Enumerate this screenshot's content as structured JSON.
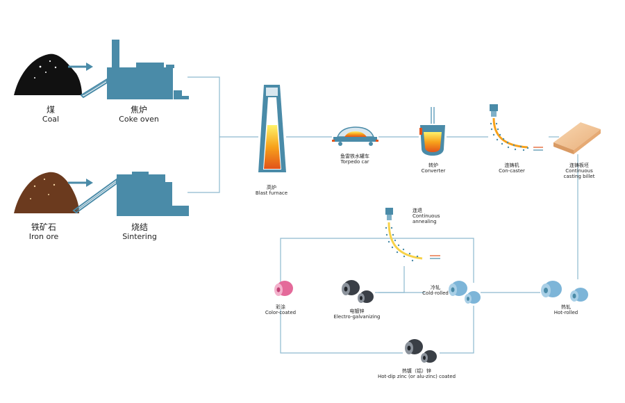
{
  "title": "",
  "colors": {
    "plant": "#4a8ba8",
    "line": "#7fb0c8",
    "coal": "#111111",
    "iron_ore": "#6b3a1e",
    "molten": "#f7a21b",
    "billet": "#f3c79a",
    "coil_blue": "#7db5d8",
    "coil_dark": "#3a3f46",
    "coil_pink": "#e46a9a"
  },
  "nodes": {
    "coal": {
      "zh": "煤",
      "en": "Coal",
      "icon": "coal-pile-icon"
    },
    "coke_oven": {
      "zh": "焦炉",
      "en": "Coke oven",
      "icon": "factory-icon"
    },
    "iron_ore": {
      "zh": "铁矿石",
      "en": "Iron ore",
      "icon": "ore-pile-icon"
    },
    "sintering": {
      "zh": "烧结",
      "en": "Sintering",
      "icon": "factory-icon"
    },
    "blast_furnace": {
      "zh": "高炉",
      "en": "Blast furnace",
      "icon": "furnace-icon"
    },
    "torpedo_car": {
      "zh": "鱼雷铁水罐车",
      "en": "Torpedo car",
      "icon": "torpedo-car-icon"
    },
    "converter": {
      "zh": "转炉",
      "en": "Converter",
      "icon": "converter-icon"
    },
    "con_caster": {
      "zh": "连铸机",
      "en": "Con-caster",
      "icon": "caster-icon"
    },
    "billet": {
      "zh": "连铸板坯",
      "en": "Continuous casting billet",
      "icon": "billet-icon"
    },
    "annealing": {
      "zh": "连退",
      "en": "Continuous annealing",
      "icon": "annealing-line-icon"
    },
    "hot_rolled": {
      "zh": "热轧",
      "en": "Hot-rolled",
      "icon": "coil-icon"
    },
    "cold_rolled": {
      "zh": "冷轧",
      "en": "Cold-rolled",
      "icon": "coil-icon"
    },
    "electro_galv": {
      "zh": "电镀锌",
      "en": "Electro-galvanizing",
      "icon": "coil-icon"
    },
    "color_coated": {
      "zh": "彩涂",
      "en": "Color-coated",
      "icon": "coil-icon"
    },
    "hot_dip": {
      "zh": "热镀（铝）锌",
      "en": "Hot-dip zinc (or alu-zinc) coated",
      "icon": "coil-icon"
    }
  }
}
